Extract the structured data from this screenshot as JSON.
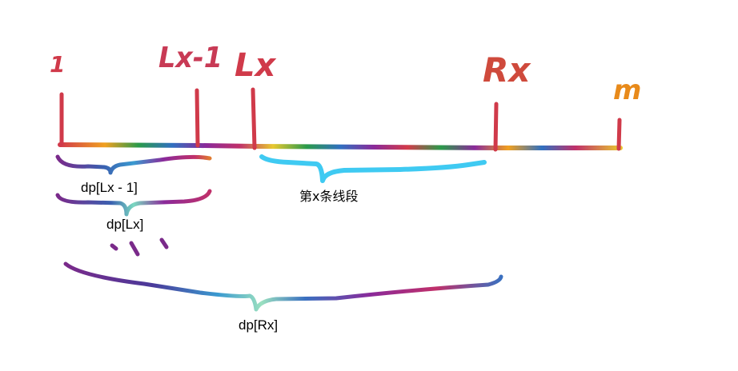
{
  "diagram": {
    "marker_labels": {
      "start": "1",
      "lx_minus_1": "Lx-1",
      "lx": "Lx",
      "rx": "Rx",
      "end": "m"
    },
    "brace_labels": {
      "dp_lx_minus_1": "dp[Lx - 1]",
      "dp_lx": "dp[Lx]",
      "segment_x": "第x条线段",
      "dp_rx": "dp[Rx]"
    },
    "colors": {
      "tick": "#d03a4a",
      "rx_label": "#cf4a3c",
      "m_label": "#e88a1a",
      "segment_brace": "#3fcaf2",
      "dots": "#7a2a8a",
      "rainbow": [
        "#d23a4a",
        "#f0a020",
        "#e8c830",
        "#2a9a4a",
        "#3070c0",
        "#8a2a9a",
        "#c0306a"
      ]
    }
  }
}
